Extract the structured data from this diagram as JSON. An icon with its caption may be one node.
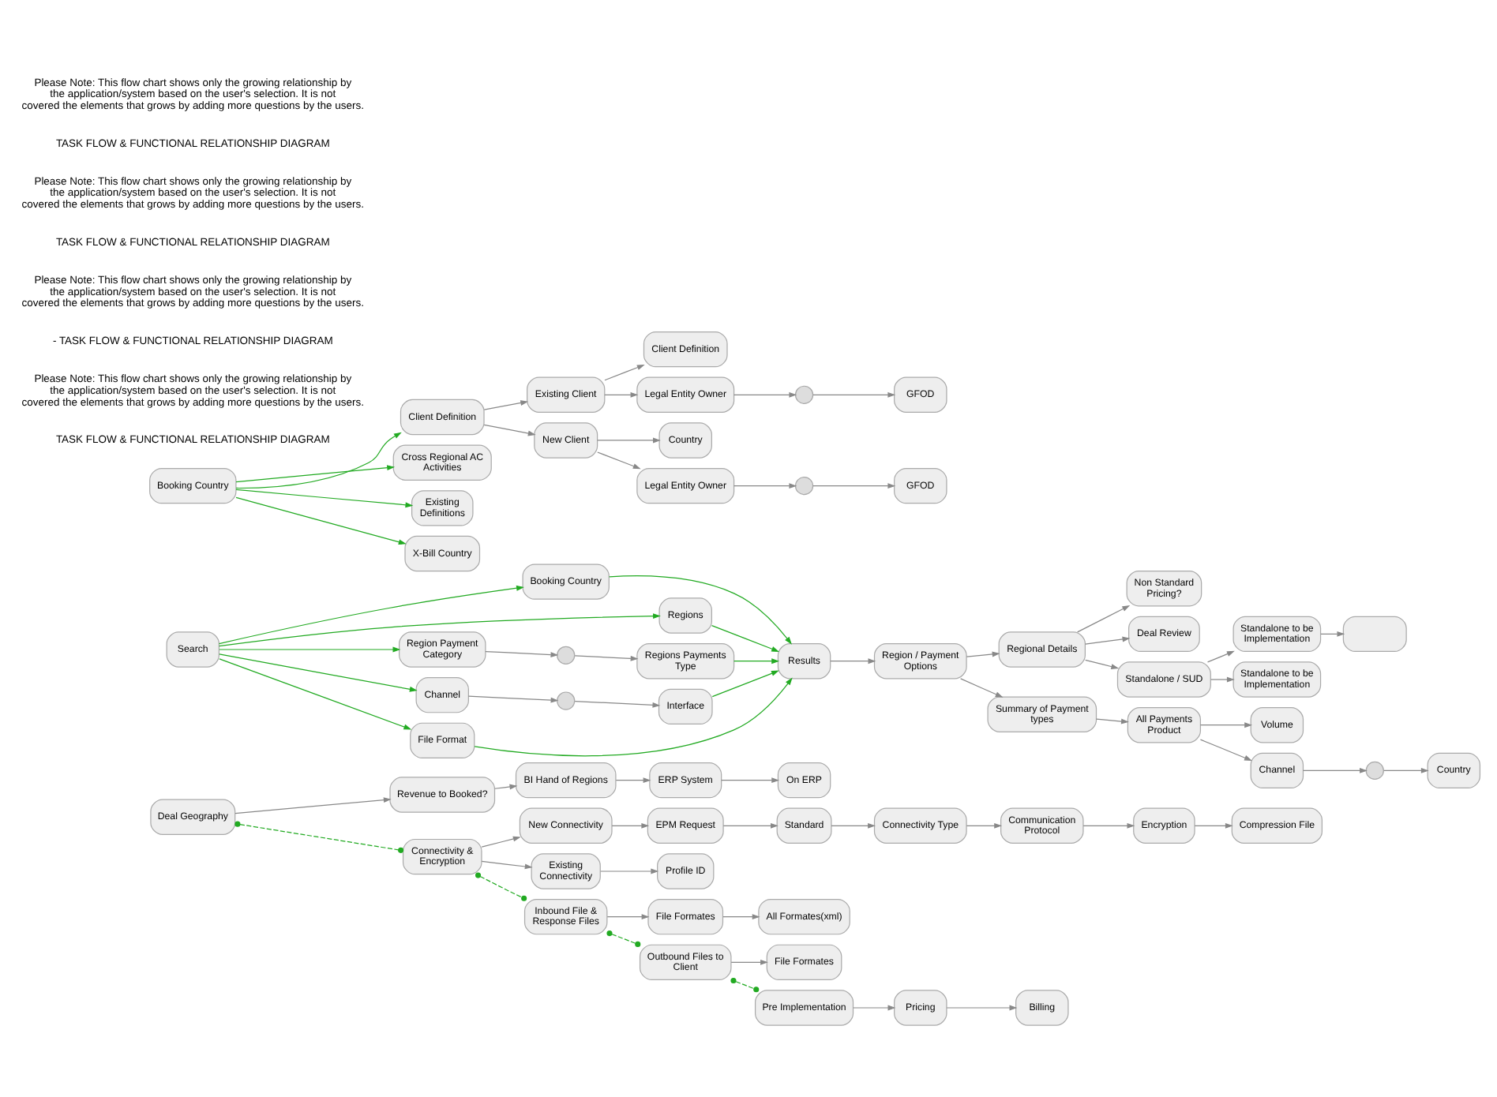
{
  "diagram": {
    "nodes": [
      {
        "text": [
          "Deal Geography"
        ]
      },
      {
        "text": [
          "Revenue to Booked?"
        ]
      },
      {
        "text": [
          "BI Hand of Regions"
        ]
      },
      {
        "text": [
          "ERP System"
        ]
      },
      {
        "text": [
          "On ERP"
        ]
      },
      {
        "text": [
          "Connectivity & Encryption"
        ]
      },
      {
        "text": [
          "New Connectivity"
        ]
      },
      {
        "text": [
          "EPM Request"
        ]
      },
      {
        "text": [
          "Standard"
        ]
      },
      {
        "text": [
          "Connectivity Type"
        ]
      },
      {
        "text": [
          "Communication Protocol"
        ]
      },
      {
        "text": [
          "Encryption"
        ]
      },
      {
        "text": [
          "Compression File"
        ]
      },
      {
        "text": [
          "Existing Connectivity"
        ]
      },
      {
        "text": [
          "Profile ID"
        ]
      },
      {
        "text": [
          "Inbound File & Response Files"
        ]
      },
      {
        "text": [
          "File Formates"
        ]
      },
      {
        "text": [
          "All Formates(xml)"
        ]
      },
      {
        "text": [
          "Outbound Files to Client"
        ]
      },
      {
        "text": [
          "File Formates"
        ]
      },
      {
        "text": [
          "Pre Implementation"
        ]
      },
      {
        "text": [
          "Pricing"
        ]
      },
      {
        "text": [
          "Billing"
        ]
      },
      {
        "text": [
          "Search"
        ]
      },
      {
        "text": [
          "Booking Country"
        ]
      },
      {
        "text": [
          "Regions"
        ]
      },
      {
        "text": [
          "Region Payment Category"
        ]
      },
      {
        "text": [
          "Regions Payments Type"
        ]
      },
      {
        "text": [
          "Channel"
        ]
      },
      {
        "text": [
          "Interface"
        ]
      },
      {
        "text": [
          "File Format"
        ]
      },
      {
        "text": [
          "Results"
        ]
      },
      {
        "text": [
          "Region / Payment Options"
        ]
      },
      {
        "text": [
          "Regional Details"
        ]
      },
      {
        "text": [
          "Non Standard Pricing?"
        ]
      },
      {
        "text": [
          "Deal Review"
        ]
      },
      {
        "text": [
          "Standalone / SUD"
        ]
      },
      {
        "text": [
          "Standalone to be Implementation"
        ]
      },
      {
        "text": [],
        "shape": "box"
      },
      {
        "text": [
          "Standalone to be Implementation"
        ]
      },
      {
        "text": [
          "Summary of Payment types"
        ]
      },
      {
        "text": [
          "All Payments Product"
        ]
      },
      {
        "text": [
          "Volume"
        ]
      },
      {
        "text": [
          "Channel"
        ]
      },
      {
        "text": [
          "Country"
        ]
      },
      {
        "text": [],
        "shape": "circle"
      },
      {
        "text": [],
        "shape": "circle"
      },
      {
        "text": [],
        "shape": "circle"
      },
      {
        "text": [
          "Booking Country"
        ]
      },
      {
        "text": [
          "Client Definition"
        ]
      },
      {
        "text": [
          "Cross Regional AC Activities"
        ]
      },
      {
        "text": [
          "Existing Definitions"
        ]
      },
      {
        "text": [
          "X-Bill Country"
        ]
      },
      {
        "text": [
          "Existing Client"
        ]
      },
      {
        "text": [
          "New Client"
        ]
      },
      {
        "text": [
          "Client Definition"
        ]
      },
      {
        "text": [
          "Legal Entity Owner"
        ]
      },
      {
        "text": [],
        "shape": "circle"
      },
      {
        "text": [
          "GFOD"
        ]
      },
      {
        "text": [
          "Country"
        ]
      },
      {
        "text": [
          "Legal Entity Owner"
        ]
      },
      {
        "text": [],
        "shape": "circle"
      },
      {
        "text": [
          "GFOD"
        ]
      }
    ],
    "edges": [
      {
        "from": 0,
        "to": 1,
        "arrow": "to"
      },
      {
        "from": 1,
        "to": 2,
        "arrow": "to"
      },
      {
        "from": 2,
        "to": 3,
        "arrow": "to"
      },
      {
        "from": 3,
        "to": 4,
        "arrow": "to"
      },
      {
        "from": 0,
        "to": 5,
        "arrow": "other",
        "style": "dashed",
        "color": "#22aa22"
      },
      {
        "from": 5,
        "to": 15,
        "arrow": "other",
        "style": "dashed",
        "color": "#22aa22"
      },
      {
        "from": 15,
        "to": 18,
        "arrow": "other",
        "style": "dashed",
        "color": "#22aa22"
      },
      {
        "from": 18,
        "to": 20,
        "arrow": "other",
        "style": "dashed",
        "color": "#22aa22"
      },
      {
        "from": 5,
        "to": 6,
        "arrow": "to"
      },
      {
        "from": 6,
        "to": 7,
        "arrow": "to"
      },
      {
        "from": 7,
        "to": 8,
        "arrow": "to"
      },
      {
        "from": 8,
        "to": 9,
        "arrow": "to"
      },
      {
        "from": 9,
        "to": 10,
        "arrow": "to"
      },
      {
        "from": 10,
        "to": 11,
        "arrow": "to"
      },
      {
        "from": 11,
        "to": 12,
        "arrow": "to"
      },
      {
        "from": 5,
        "to": 13,
        "arrow": "to"
      },
      {
        "from": 13,
        "to": 14,
        "arrow": "to"
      },
      {
        "from": 15,
        "to": 16,
        "arrow": "to"
      },
      {
        "from": 16,
        "to": 17,
        "arrow": "to"
      },
      {
        "from": 18,
        "to": 19,
        "arrow": "to"
      },
      {
        "from": 20,
        "to": 21,
        "arrow": "to"
      },
      {
        "from": 21,
        "to": 22,
        "arrow": "to"
      },
      {
        "from": 23,
        "to": 24,
        "arrow": "to",
        "color": "#22aa22"
      },
      {
        "from": 23,
        "to": 25,
        "arrow": "to",
        "color": "#22aa22"
      },
      {
        "from": 23,
        "to": 26,
        "arrow": "to",
        "color": "#22aa22"
      },
      {
        "from": 23,
        "to": 28,
        "arrow": "to",
        "color": "#22aa22"
      },
      {
        "from": 23,
        "to": 30,
        "arrow": "to",
        "color": "#22aa22"
      },
      {
        "from": 26,
        "to": 45,
        "arrow": "to"
      },
      {
        "from": 45,
        "to": 27,
        "arrow": "to"
      },
      {
        "from": 28,
        "to": 46,
        "arrow": "to"
      },
      {
        "from": 46,
        "to": 29,
        "arrow": "to"
      },
      {
        "from": 24,
        "to": 31,
        "arrow": "to",
        "color": "#22aa22"
      },
      {
        "from": 25,
        "to": 31,
        "arrow": "to",
        "color": "#22aa22"
      },
      {
        "from": 27,
        "to": 31,
        "arrow": "to",
        "color": "#22aa22"
      },
      {
        "from": 29,
        "to": 31,
        "arrow": "to",
        "color": "#22aa22"
      },
      {
        "from": 30,
        "to": 31,
        "arrow": "to",
        "color": "#22aa22"
      },
      {
        "from": 31,
        "to": 32,
        "arrow": "to"
      },
      {
        "from": 32,
        "to": 33,
        "arrow": "to"
      },
      {
        "from": 32,
        "to": 40,
        "arrow": "to"
      },
      {
        "from": 33,
        "to": 34,
        "arrow": "to"
      },
      {
        "from": 33,
        "to": 35,
        "arrow": "to"
      },
      {
        "from": 33,
        "to": 36,
        "arrow": "to"
      },
      {
        "from": 36,
        "to": 37,
        "arrow": "to"
      },
      {
        "from": 36,
        "to": 39,
        "arrow": "to"
      },
      {
        "from": 37,
        "to": 38,
        "arrow": "to"
      },
      {
        "from": 40,
        "to": 41,
        "arrow": "to"
      },
      {
        "from": 41,
        "to": 42,
        "arrow": "to"
      },
      {
        "from": 41,
        "to": 43,
        "arrow": "to"
      },
      {
        "from": 43,
        "to": 47,
        "arrow": "to"
      },
      {
        "from": 47,
        "to": 44,
        "arrow": "to"
      },
      {
        "from": 48,
        "to": 49,
        "arrow": "to",
        "color": "#22aa22"
      },
      {
        "from": 48,
        "to": 50,
        "arrow": "to",
        "color": "#22aa22"
      },
      {
        "from": 48,
        "to": 51,
        "arrow": "to",
        "color": "#22aa22"
      },
      {
        "from": 48,
        "to": 52,
        "arrow": "to",
        "color": "#22aa22"
      },
      {
        "from": 49,
        "to": 53,
        "arrow": "to"
      },
      {
        "from": 49,
        "to": 54,
        "arrow": "to"
      },
      {
        "from": 53,
        "to": 55,
        "arrow": "to"
      },
      {
        "from": 53,
        "to": 56,
        "arrow": "to"
      },
      {
        "from": 54,
        "to": 59,
        "arrow": "to"
      },
      {
        "from": 54,
        "to": 60,
        "arrow": "to"
      },
      {
        "from": 56,
        "to": 57,
        "arrow": "to"
      },
      {
        "from": 57,
        "to": 58,
        "arrow": "to"
      },
      {
        "from": 60,
        "to": 61,
        "arrow": "to"
      },
      {
        "from": 61,
        "to": 62,
        "arrow": "to"
      }
    ],
    "labels": [
      "TASK FLOW & FUNCTIONAL RELATIONSHIP DIAGRAM",
      "Please Note: This flow chart shows only the growing relationship by the application/system based on the user's selection. It is not covered the elements that grows by adding more questions by the users.",
      "- TASK FLOW & FUNCTIONAL RELATIONSHIP DIAGRAM",
      "Please Note: This flow chart shows only the growing relationship by the application/system based on the user's selection. It is not covered the elements that grows by adding more questions by the users.",
      "TASK FLOW & FUNCTIONAL RELATIONSHIP DIAGRAM",
      "Please Note: This flow chart shows only the growing relationship by the application/system based on the user's selection. It is not covered the elements that grows by adding more questions by the users.",
      "TASK FLOW & FUNCTIONAL RELATIONSHIP DIAGRAM",
      "Please Note: This flow chart shows only the growing relationship by the application/system based on the user's selection. It is not covered the elements that grows by adding more questions by the users."
    ]
  }
}
